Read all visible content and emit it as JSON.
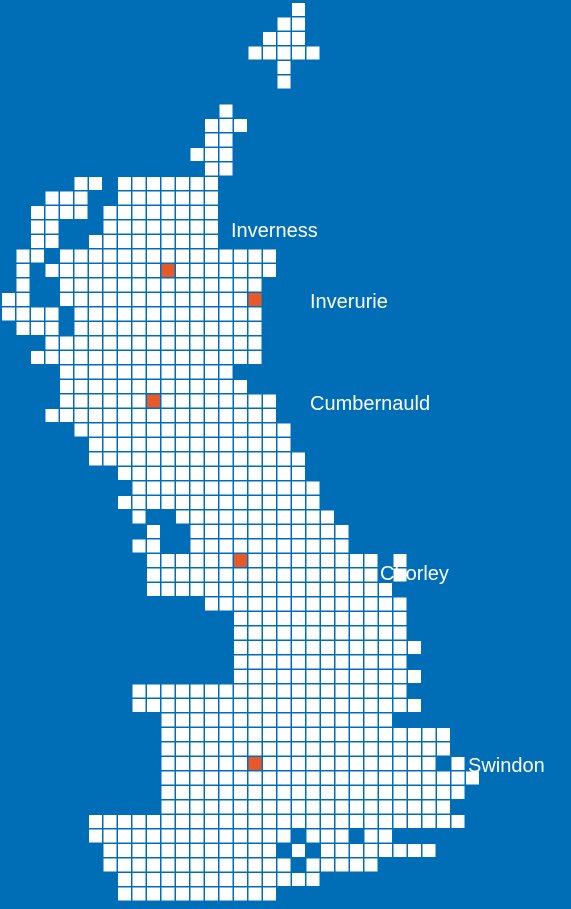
{
  "colors": {
    "background": "#006db7",
    "land_tile": "#ffffff",
    "marker": "#e8592a",
    "label": "#ffffff"
  },
  "locations": [
    {
      "id": "inverness",
      "label": "Inverness"
    },
    {
      "id": "inverurie",
      "label": "Inverurie"
    },
    {
      "id": "cumbernauld",
      "label": "Cumbernauld"
    },
    {
      "id": "chorley",
      "label": "Chorley"
    },
    {
      "id": "swindon",
      "label": "Swindon"
    }
  ]
}
